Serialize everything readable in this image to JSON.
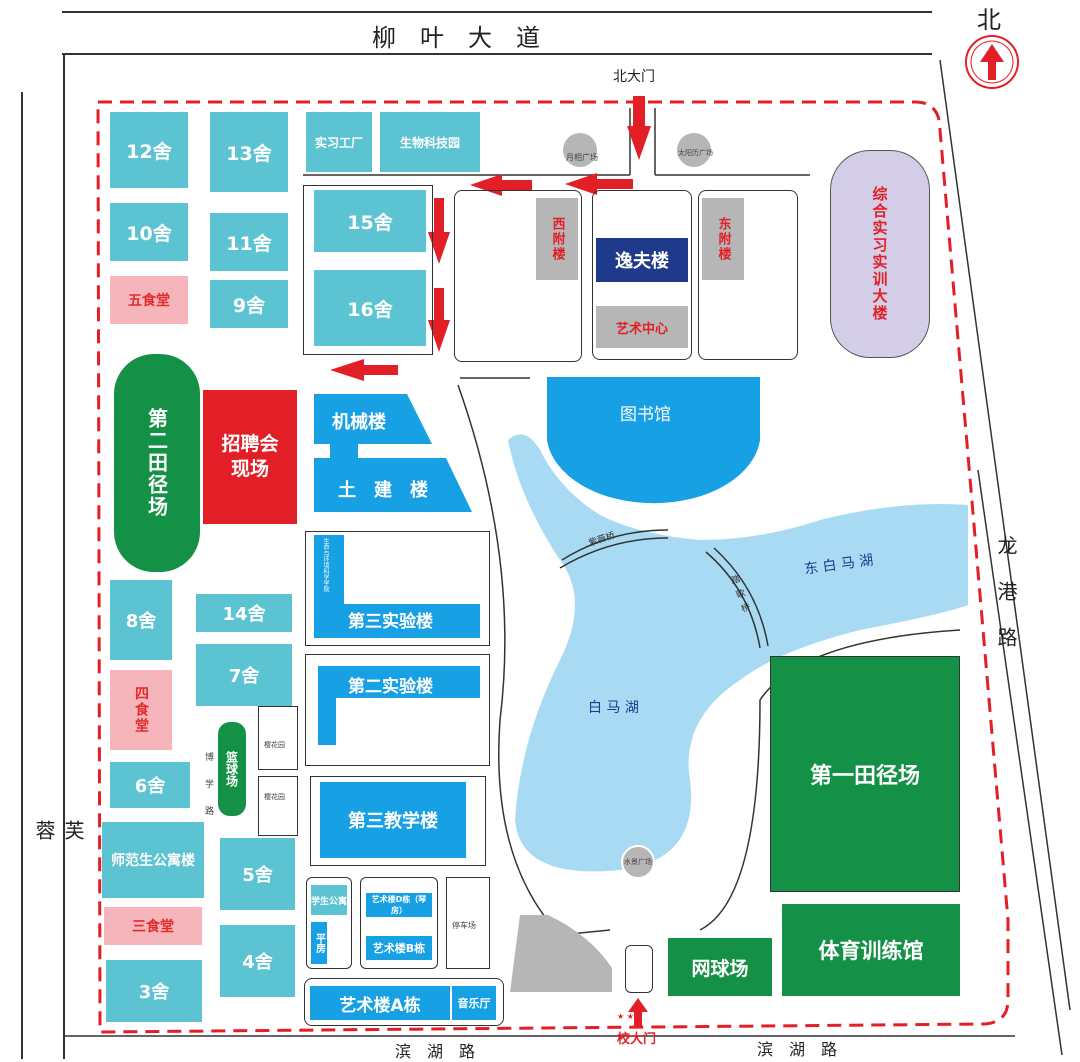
{
  "roads": {
    "north": "柳　叶　大　道",
    "east": "龙港路",
    "west": "芙蓉",
    "south_left": "滨　湖　路",
    "south_right": "滨　湖　路",
    "bohua_road": "博学路"
  },
  "compass": {
    "label": "北"
  },
  "gates": {
    "north": "北大门",
    "main": "校大门",
    "main_stars": "★ ★"
  },
  "plazas": {
    "yuexiang": "月相广场",
    "taiyangli": "太阳历广场",
    "shuijing": "水景广场"
  },
  "dorms": {
    "d12": "12舍",
    "d13": "13舍",
    "d10": "10舍",
    "d11": "11舍",
    "d9": "9舍",
    "d15": "15舍",
    "d16": "16舍",
    "d8": "8舍",
    "d14": "14舍",
    "d7": "7舍",
    "d6": "6舍",
    "d5": "5舍",
    "d4": "4舍",
    "d3": "3舍",
    "normal_apt": "师范生公寓楼",
    "student_apt": "学生公寓"
  },
  "canteens": {
    "c5": "五食堂",
    "c4": "四食堂",
    "c3": "三食堂"
  },
  "buildings": {
    "practice_factory": "实习工厂",
    "biotech": "生物科技园",
    "west_annex": "西附楼",
    "east_annex": "东附楼",
    "yifu": "逸夫楼",
    "art_center": "艺术中心",
    "training": "综合实习实训大楼",
    "job_fair": "招聘会现场",
    "mechanical": "机械楼",
    "civil": "土　建　楼",
    "library": "图书馆",
    "bio_env": "生命与环境科学学院",
    "lab3": "第三实验楼",
    "lab2": "第二实验楼",
    "teach3": "第三教学楼",
    "art_d": "艺术楼D栋（琴房）",
    "art_b": "艺术楼B栋",
    "art_a": "艺术楼A栋",
    "music_hall": "音乐厅",
    "parking": "停车场",
    "bungalow": "平房",
    "tennis": "网球场",
    "gym": "体育训练馆",
    "field1": "第一田径场",
    "field2": "第二田径场",
    "basketball": "篮球场",
    "garden1": "樱花园",
    "garden2": "樱花园"
  },
  "water": {
    "east_lake": "东 白 马 湖",
    "baima_lake": "白 马 湖",
    "ziying_bridge": "紫薇桥",
    "tage_bridge": "踏歌桥"
  },
  "colors": {
    "teal": "#5bc3d1",
    "blue": "#17a0e4",
    "lake": "#a8daf3",
    "green": "#149146",
    "red": "#e21f26",
    "pink": "#f6b5bb",
    "lavender": "#d4cde8"
  }
}
